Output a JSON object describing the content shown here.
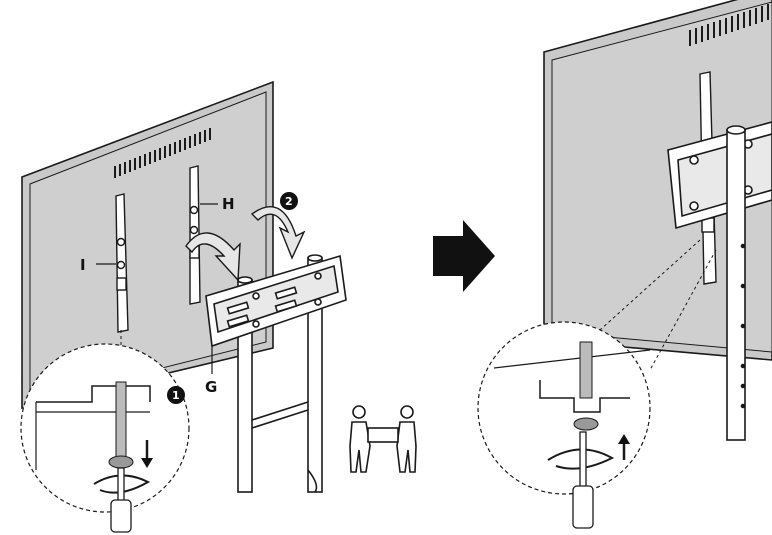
{
  "labels": {
    "part_i": "I",
    "part_h": "H",
    "part_g": "G"
  },
  "steps": {
    "step_1": "1",
    "step_2": "2"
  },
  "icons": {
    "direction_arrow": "right-arrow-icon",
    "two_person_lift": "two-people-carry-icon",
    "screwdriver": "screwdriver-icon",
    "rotate": "rotate-arrow-icon"
  },
  "colors": {
    "panel_gray": "#c9c9c9",
    "line": "#1a1a1a",
    "arrow_fill": "#111111",
    "curve_arrow_fill": "#e6e6e6"
  }
}
